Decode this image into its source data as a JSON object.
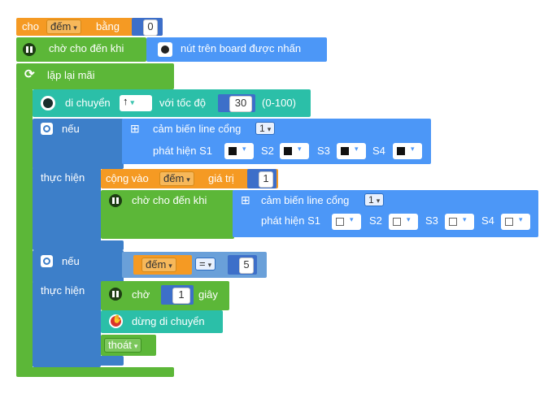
{
  "set_block": {
    "label_set": "cho",
    "variable": "đếm",
    "label_to": "bằng",
    "value": "0"
  },
  "wait_button": {
    "label": "chờ cho đến khi",
    "sensor_label": "nút trên board được nhấn"
  },
  "forever": {
    "label": "lặp lại mãi"
  },
  "move_block": {
    "label": "di chuyển",
    "direction_icon": "arrow-up",
    "speed_label": "với tốc độ",
    "speed": "30",
    "range": "(0-100)"
  },
  "if1": {
    "label_if": "nếu",
    "label_do": "thực hiện",
    "line_sensor": {
      "label": "cảm biến line cổng",
      "port": "1",
      "detect_label": "phát hiện S1",
      "s2": "S2",
      "s3": "S3",
      "s4": "S4"
    },
    "change_block": {
      "label": "cộng vào",
      "variable": "đếm",
      "label_by": "giá trị",
      "value": "1"
    },
    "wait_until": {
      "label": "chờ cho đến khi",
      "line_sensor": {
        "label": "cảm biến line cổng",
        "port": "1",
        "detect_label": "phát hiện S1",
        "s2": "S2",
        "s3": "S3",
        "s4": "S4"
      }
    }
  },
  "if2": {
    "label_if": "nếu",
    "label_do": "thực hiện",
    "compare": {
      "variable": "đếm",
      "operator": "=",
      "value": "5"
    },
    "wait_block": {
      "label": "chờ",
      "value": "1",
      "unit": "giây"
    },
    "stop_block": {
      "label": "dừng di chuyển"
    },
    "exit_block": {
      "label": "thoát"
    }
  },
  "colors": {
    "variables": "#f59a23",
    "control": "#5cb738",
    "motion": "#2bbfa8",
    "sensing": "#4c97f7",
    "logic": "#3d7fc9",
    "operators": "#6aa0d9"
  }
}
